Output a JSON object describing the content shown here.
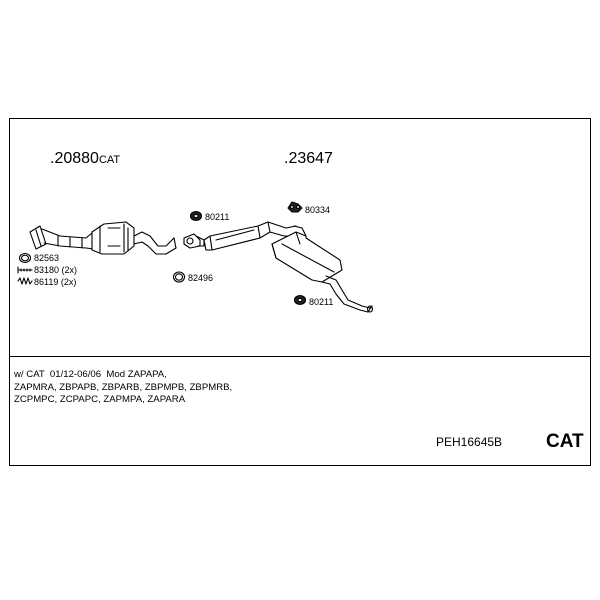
{
  "groups": {
    "cat_group": {
      "number": ".20880",
      "suffix": "CAT"
    },
    "silencer_group": {
      "number": ".23647",
      "suffix": ""
    }
  },
  "parts": {
    "ring_82563": "82563",
    "spring_83180": "83180 (2x)",
    "spring_86119": "86119 (2x)",
    "ring_82496": "82496",
    "hanger_80211_top": "80211",
    "hanger_80334": "80334",
    "hanger_80211_bottom": "80211"
  },
  "notes": {
    "line1": "w/ CAT  01/12-06/06  Mod ZAPAPA,",
    "line2": "ZAPMRA, ZBPAPB, ZBPARB, ZBPMPB, ZBPMRB,",
    "line3": "ZCPMPC, ZCPAPC, ZAPMPA, ZAPARA"
  },
  "kit_code": "PEH16645B",
  "badge": "CAT"
}
